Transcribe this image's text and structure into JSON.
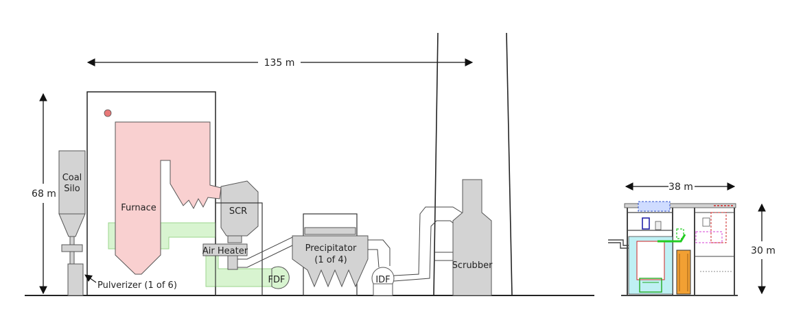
{
  "diagram": {
    "dimensions": {
      "width_plant": "135 m",
      "height_plant": "68 m",
      "width_reactor": "38 m",
      "height_reactor": "30 m"
    },
    "labels": {
      "coal_silo_line1": "Coal",
      "coal_silo_line2": "Silo",
      "furnace": "Furnace",
      "scr": "SCR",
      "air_heater": "Air Heater",
      "precipitator_line1": "Precipitator",
      "precipitator_line2": "(1 of 4)",
      "fdf": "FDF",
      "idf": "IDF",
      "scrubber": "Scrubber",
      "pulverizer": "Pulverizer (1 of 6)"
    },
    "colors": {
      "furnace_fill": "#f9d0d0",
      "air_duct_fill": "#d8f4d0",
      "equipment_fill": "#d3d3d3",
      "indicator_dot": "#e87878",
      "reactor_water": "#bff0f4",
      "reactor_core": "#f2a033"
    }
  }
}
